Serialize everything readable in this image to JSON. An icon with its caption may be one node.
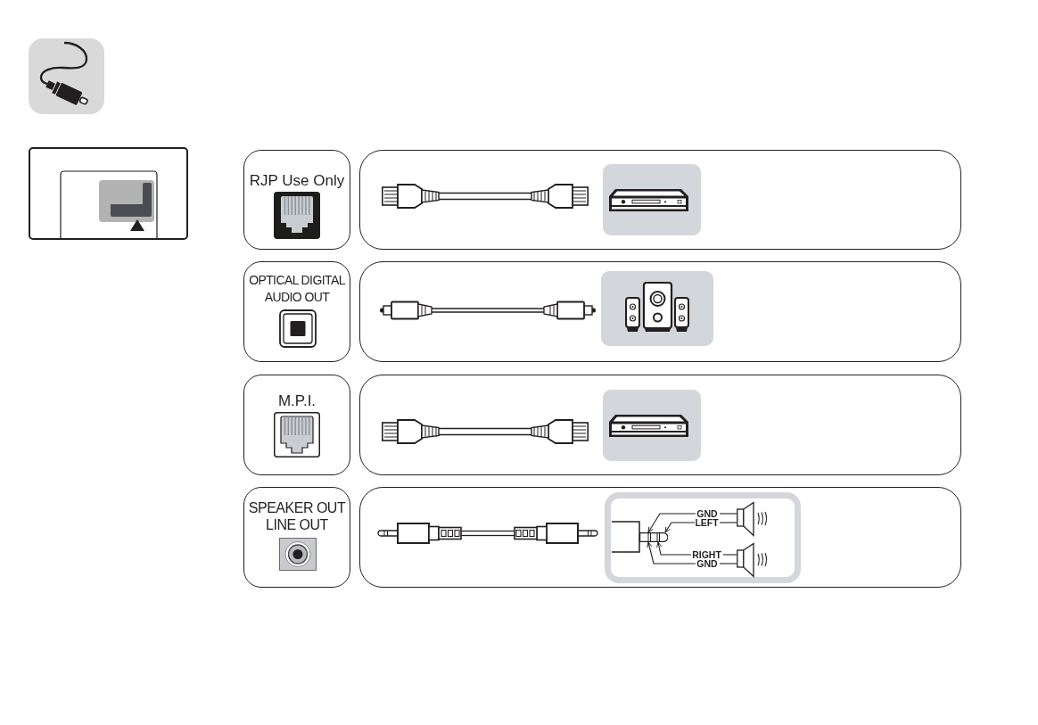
{
  "diagram": {
    "nodes": [
      {
        "text": [
          "RJP Use Only"
        ]
      },
      {
        "text": [],
        "shape": "box"
      },
      {
        "text": [],
        "shape": "picture",
        "in": 1
      },
      {
        "text": [
          "OPTICAL DIGITAL AUDIO OUT"
        ]
      },
      {
        "text": [],
        "shape": "box"
      },
      {
        "text": [],
        "shape": "picture",
        "in": 4
      },
      {
        "text": [
          "M.P.I."
        ]
      },
      {
        "text": [],
        "shape": "box"
      },
      {
        "text": [],
        "shape": "picture",
        "in": 7
      },
      {
        "text": [
          "SPEAKER OUT LINE OUT"
        ]
      },
      {
        "text": [],
        "shape": "box"
      },
      {
        "text": [],
        "shape": "box",
        "in": 10
      },
      {
        "text": [],
        "shape": "picture",
        "in": 11
      },
      {
        "text": [
          "GND"
        ],
        "in": 11
      },
      {
        "text": [
          "LEFT"
        ],
        "in": 11
      },
      {
        "text": [
          "RIGHT"
        ],
        "in": 11
      },
      {
        "text": [
          "GND"
        ],
        "in": 11
      },
      {
        "text": [],
        "shape": "picture",
        "in": 11
      },
      {
        "text": [],
        "shape": "picture",
        "in": 11
      }
    ],
    "edges": [
      {
        "from": 13,
        "to": 12,
        "arrow": "to"
      },
      {
        "from": 14,
        "to": 12,
        "arrow": "to"
      },
      {
        "from": 15,
        "to": 12,
        "arrow": "to"
      },
      {
        "from": 16,
        "to": 12,
        "arrow": "to"
      },
      {
        "from": 13,
        "to": 17,
        "arrow": "none"
      },
      {
        "from": 14,
        "to": 17,
        "arrow": "none"
      },
      {
        "from": 15,
        "to": 18,
        "arrow": "none"
      },
      {
        "from": 16,
        "to": 18,
        "arrow": "none"
      }
    ]
  }
}
